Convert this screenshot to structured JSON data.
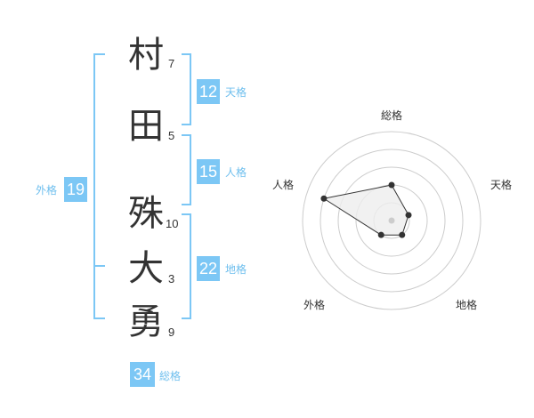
{
  "name": {
    "chars": [
      {
        "char": "村",
        "strokes": "7"
      },
      {
        "char": "田",
        "strokes": "5"
      },
      {
        "char": "殊",
        "strokes": "10"
      },
      {
        "char": "大",
        "strokes": "3"
      },
      {
        "char": "勇",
        "strokes": "9"
      }
    ]
  },
  "kakusu": {
    "tenkaku": {
      "value": "12",
      "label": "天格"
    },
    "jinkaku": {
      "value": "15",
      "label": "人格"
    },
    "chikaku": {
      "value": "22",
      "label": "地格"
    },
    "gaikaku": {
      "value": "19",
      "label": "外格"
    },
    "soukaku": {
      "value": "34",
      "label": "総格"
    }
  },
  "colors": {
    "accent": "#7cc7f5",
    "accent_text": "#6fbfee",
    "text": "#333333",
    "ring": "#cccccc",
    "polygon_fill": "#eeeeee"
  },
  "chart_data": {
    "type": "radar",
    "axes": [
      "総格",
      "天格",
      "地格",
      "外格",
      "人格"
    ],
    "values": [
      2,
      1,
      1,
      1,
      4
    ],
    "rmax": 5,
    "rings": 5
  }
}
